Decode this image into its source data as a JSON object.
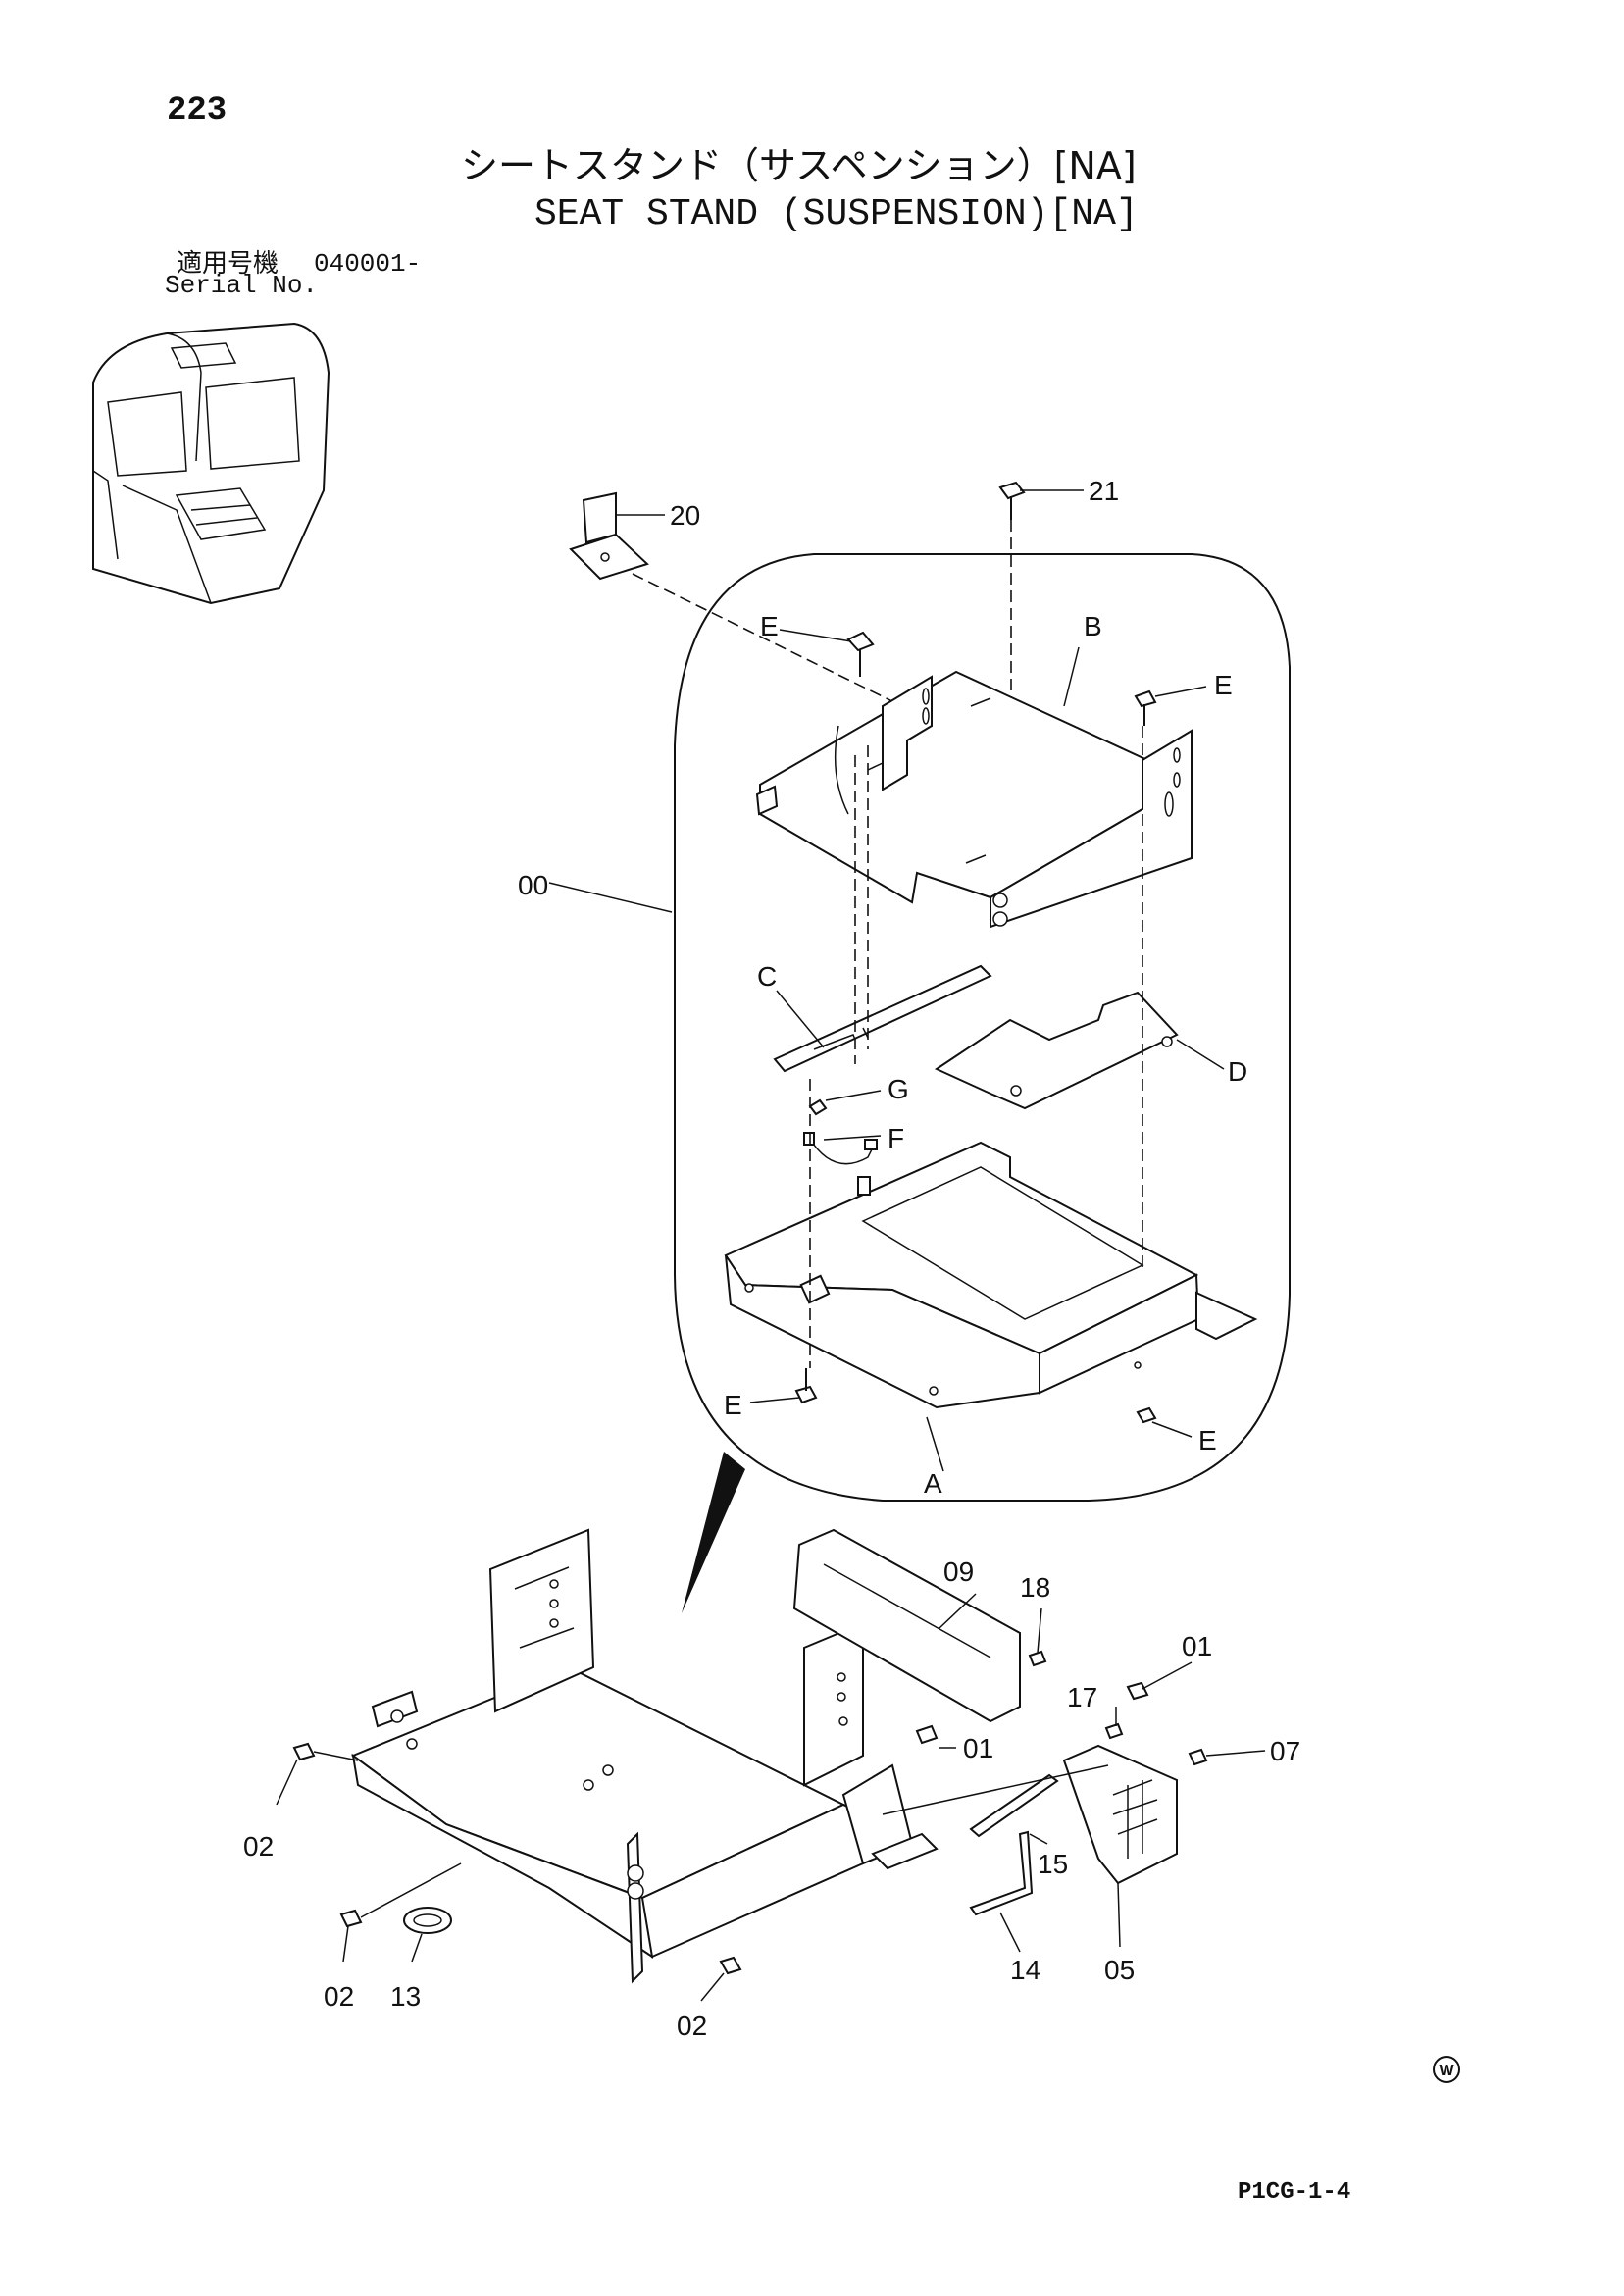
{
  "header": {
    "page_number": "223",
    "title_jp": "シートスタンド（サスペンション）[NA]",
    "title_en": "SEAT STAND (SUSPENSION)[NA]",
    "serial_label_jp": "適用号機",
    "serial_value": "040001-",
    "serial_label_en": "Serial No."
  },
  "footer": {
    "code": "P1CG-1-4",
    "mark": "W"
  },
  "callouts": {
    "p20": "20",
    "p21": "21",
    "eTopLeft": "E",
    "b": "B",
    "eTopRight": "E",
    "p00": "00",
    "c": "C",
    "g": "G",
    "f": "F",
    "d": "D",
    "eBottomLeft": "E",
    "eBottomRight": "E",
    "a": "A",
    "p09": "09",
    "p18": "18",
    "p01a": "01",
    "p17": "17",
    "p01b": "01",
    "p07": "07",
    "p02a": "02",
    "p15": "15",
    "p05": "05",
    "p14": "14",
    "p02b": "02",
    "p13": "13",
    "p02c": "02"
  }
}
